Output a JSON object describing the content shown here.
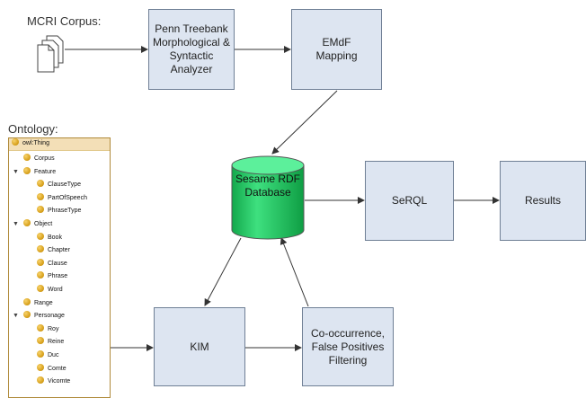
{
  "corpus_label": "MCRI Corpus:",
  "ontology_label": "Ontology:",
  "nodes": {
    "penn": "Penn Treebank\nMorphological &\nSyntactic\nAnalyzer",
    "emdf": "EMdF\nMapping",
    "sesame": "Sesame RDF\nDatabase",
    "serql": "SeRQL",
    "results": "Results",
    "kim": "KIM",
    "cooc": "Co-occurrence,\nFalse Positives\nFiltering"
  },
  "colors": {
    "box_fill": "#dde5f1",
    "box_border": "#6f7f95",
    "db_green": "#22cc66"
  },
  "ontology_tree": {
    "root": "owl:Thing",
    "items": [
      {
        "label": "Corpus",
        "level": 1,
        "expanded": false
      },
      {
        "label": "Feature",
        "level": 1,
        "expanded": true
      },
      {
        "label": "ClauseType",
        "level": 2,
        "expanded": false
      },
      {
        "label": "PartOfSpeech",
        "level": 2,
        "expanded": false
      },
      {
        "label": "PhraseType",
        "level": 2,
        "expanded": false
      },
      {
        "label": "Object",
        "level": 1,
        "expanded": true
      },
      {
        "label": "Book",
        "level": 2,
        "expanded": false
      },
      {
        "label": "Chapter",
        "level": 2,
        "expanded": false
      },
      {
        "label": "Clause",
        "level": 2,
        "expanded": false
      },
      {
        "label": "Phrase",
        "level": 2,
        "expanded": false
      },
      {
        "label": "Word",
        "level": 2,
        "expanded": false
      },
      {
        "label": "Range",
        "level": 1,
        "expanded": false
      },
      {
        "label": "Personage",
        "level": 1,
        "expanded": true
      },
      {
        "label": "Roy",
        "level": 2,
        "expanded": false
      },
      {
        "label": "Reine",
        "level": 2,
        "expanded": false
      },
      {
        "label": "Duc",
        "level": 2,
        "expanded": false
      },
      {
        "label": "Comte",
        "level": 2,
        "expanded": false
      },
      {
        "label": "Vicomte",
        "level": 2,
        "expanded": false
      }
    ]
  }
}
